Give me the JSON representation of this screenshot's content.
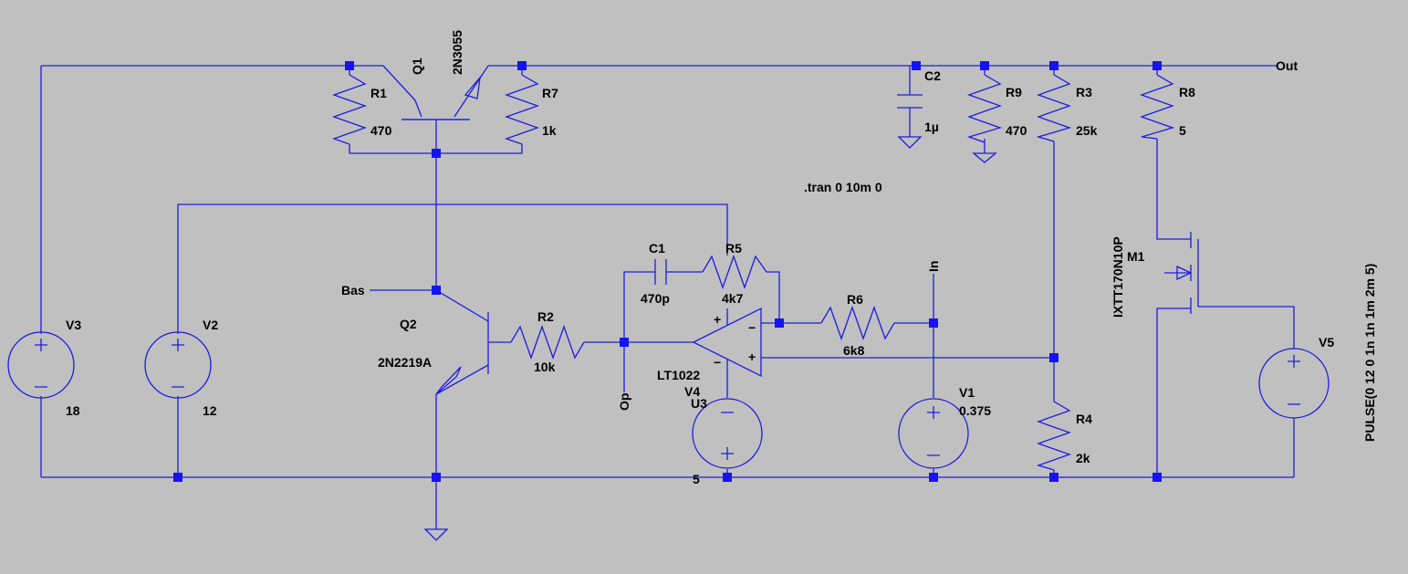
{
  "directive": ".tran 0 10m 0",
  "nets": {
    "out": "Out",
    "bas": "Bas",
    "in": "In",
    "op": "Op"
  },
  "components": {
    "Q1": {
      "ref": "Q1",
      "value": "2N3055"
    },
    "Q2": {
      "ref": "Q2",
      "value": "2N2219A"
    },
    "R1": {
      "ref": "R1",
      "value": "470"
    },
    "R7": {
      "ref": "R7",
      "value": "1k"
    },
    "R2": {
      "ref": "R2",
      "value": "10k"
    },
    "R5": {
      "ref": "R5",
      "value": "4k7"
    },
    "R6": {
      "ref": "R6",
      "value": "6k8"
    },
    "R9": {
      "ref": "R9",
      "value": "470"
    },
    "R3": {
      "ref": "R3",
      "value": "25k"
    },
    "R4": {
      "ref": "R4",
      "value": "2k"
    },
    "R8": {
      "ref": "R8",
      "value": "5"
    },
    "C1": {
      "ref": "C1",
      "value": "470p"
    },
    "C2": {
      "ref": "C2",
      "value": "1µ"
    },
    "U3": {
      "ref": "U3",
      "value": "LT1022"
    },
    "M1": {
      "ref": "M1",
      "value": "IXTT170N10P"
    },
    "V1": {
      "ref": "V1",
      "value": "0.375"
    },
    "V2": {
      "ref": "V2",
      "value": "12"
    },
    "V3": {
      "ref": "V3",
      "value": "18"
    },
    "V4": {
      "ref": "V4",
      "value": "5"
    },
    "V5": {
      "ref": "V5",
      "value": "PULSE(0 12 0 1n 1n 1m 2m 5)"
    }
  },
  "colors": {
    "background": "#c0c0c0",
    "wire": "#1c1ce0",
    "junction": "#1414f0",
    "text": "#000000"
  }
}
